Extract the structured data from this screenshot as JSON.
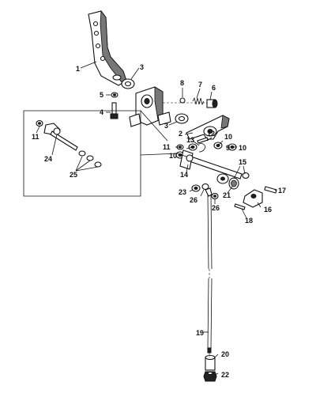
{
  "labels": {
    "p1": "1",
    "p2": "2",
    "p3a": "3",
    "p3b": "3",
    "p4": "4",
    "p5": "5",
    "p6": "6",
    "p7": "7",
    "p8": "8",
    "p9": "9",
    "p10a": "10",
    "p10b": "10",
    "p10c": "10",
    "p11a": "11",
    "p11b": "11",
    "p12": "12",
    "p13": "13",
    "p14": "14",
    "p15": "15",
    "p16": "16",
    "p17": "17",
    "p18": "18",
    "p19": "19",
    "p20": "20",
    "p21": "21",
    "p22": "22",
    "p23": "23",
    "p24": "24",
    "p25": "25",
    "p26a": "26",
    "p26b": "26"
  }
}
